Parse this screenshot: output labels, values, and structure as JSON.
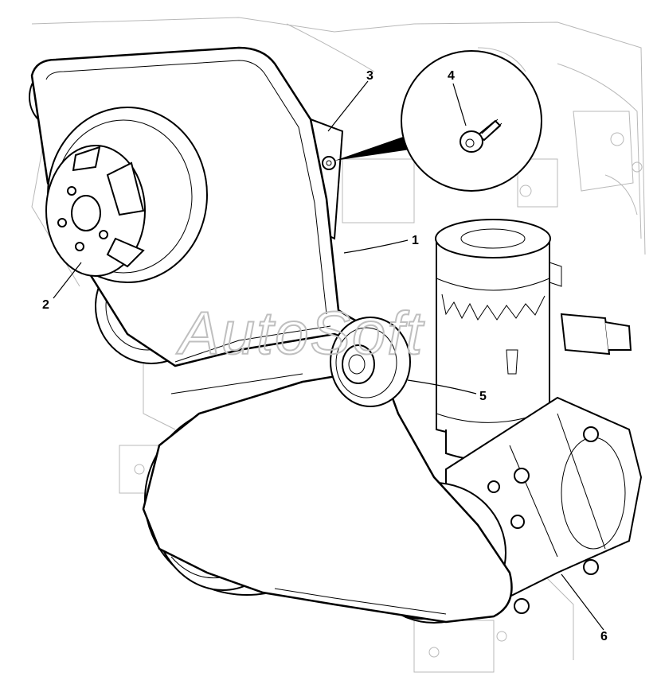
{
  "diagram": {
    "watermark": "AutoSoft",
    "callouts": [
      {
        "id": "1",
        "label": "1"
      },
      {
        "id": "2",
        "label": "2"
      },
      {
        "id": "3",
        "label": "3"
      },
      {
        "id": "4",
        "label": "4"
      },
      {
        "id": "5",
        "label": "5"
      },
      {
        "id": "6",
        "label": "6"
      }
    ],
    "colors": {
      "ink": "#000000",
      "background": "#ffffff",
      "watermark": "#bfbfbf"
    }
  }
}
